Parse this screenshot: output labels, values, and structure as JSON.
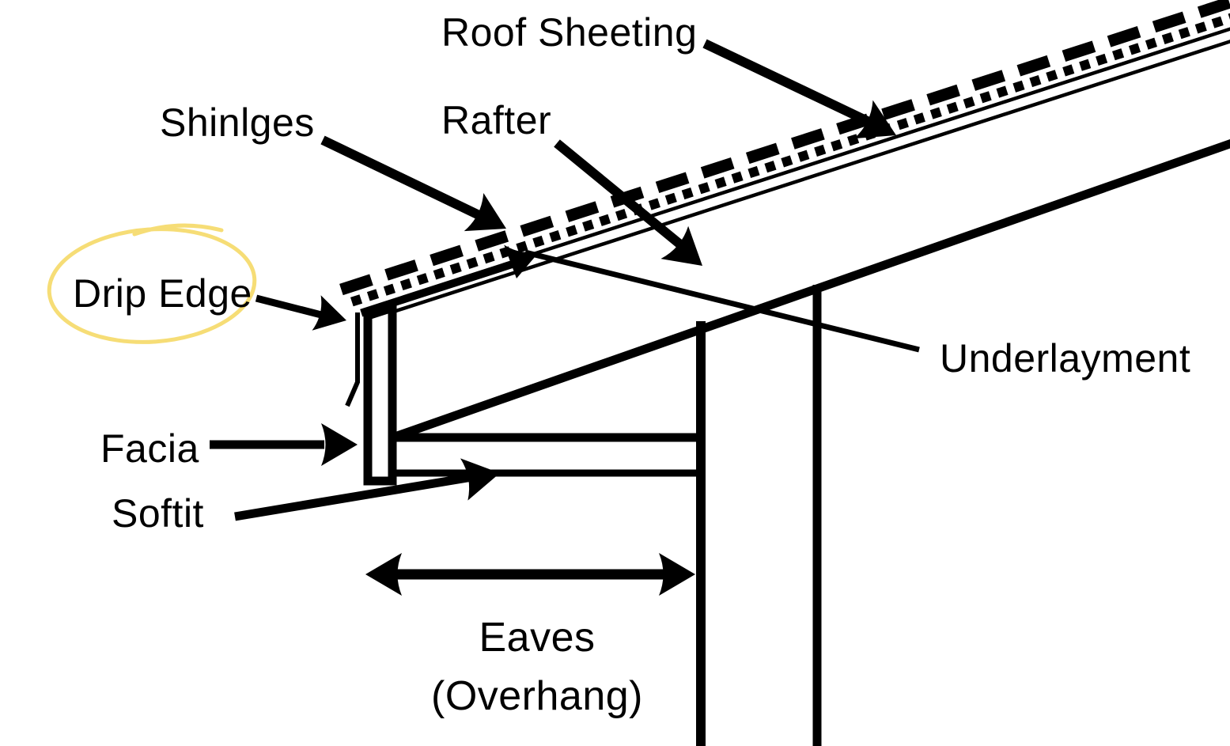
{
  "title": "Roof eave construction diagram",
  "colors": {
    "ink": "#000000",
    "background": "#ffffff",
    "highlight": "#F6DD76"
  },
  "labels": {
    "roof_sheeting": "Roof Sheeting",
    "shingles": "Shinlges",
    "rafter": "Rafter",
    "drip_edge": "Drip Edge",
    "underlayment": "Underlayment",
    "fascia": "Facia",
    "soffit": "Softit",
    "eaves_line1": "Eaves",
    "eaves_line2": "(Overhang)"
  }
}
